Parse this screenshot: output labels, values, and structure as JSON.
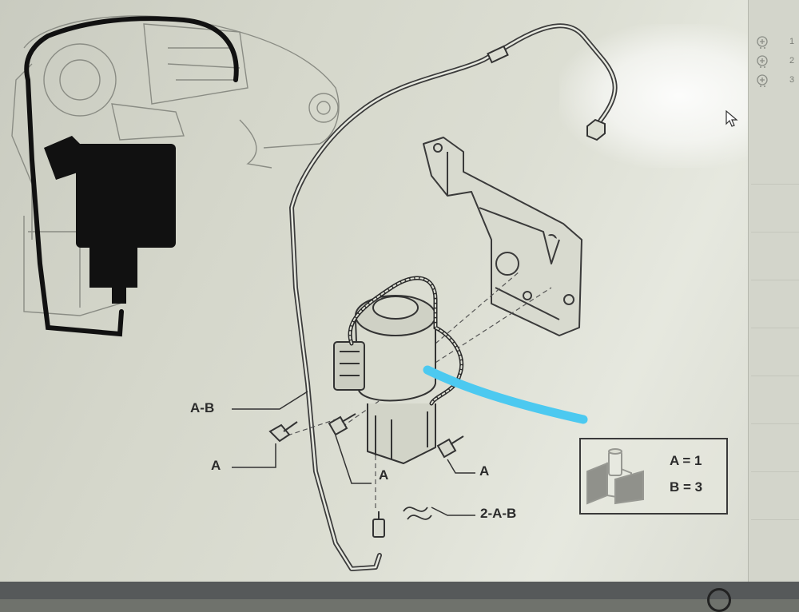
{
  "diagram": {
    "callouts": {
      "ab_top": "A-B",
      "a_left": "A",
      "a_center": "A",
      "a_right": "A",
      "two_ab": "2-A-B"
    },
    "legend": {
      "a_value": "A = 1",
      "b_value": "B = 3"
    }
  },
  "sidebar": {
    "items": [
      {
        "number": "1",
        "icon": "cart-add-icon"
      },
      {
        "number": "2",
        "icon": "cart-add-icon"
      },
      {
        "number": "3",
        "icon": "cart-add-icon"
      }
    ]
  },
  "colors": {
    "annotation_highlight": "#4cc9f0",
    "redaction": "#111111"
  }
}
